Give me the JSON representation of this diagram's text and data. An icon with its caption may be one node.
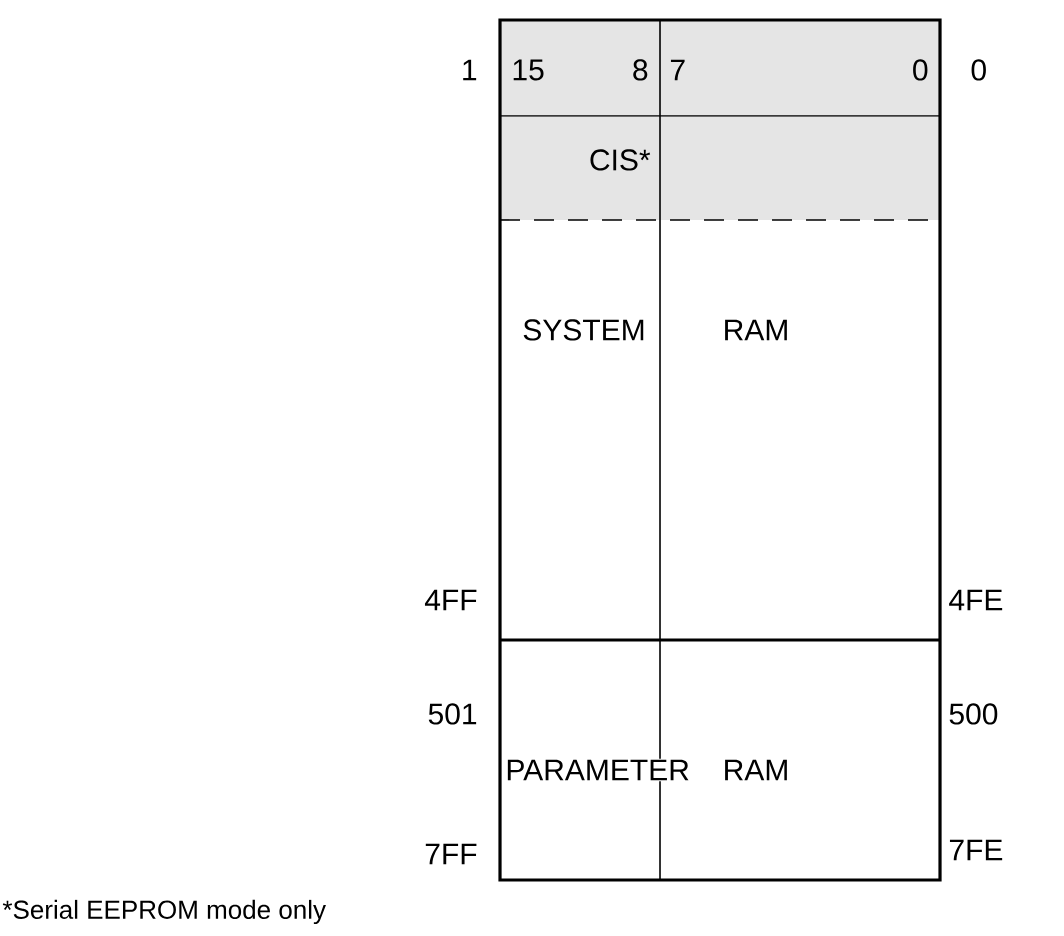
{
  "diagram": {
    "nodes": [
      {
        "text": [
          "15",
          "8",
          "7",
          "0"
        ]
      },
      {
        "text": [
          "CIS*"
        ]
      },
      {
        "text": [
          "SYSTEM",
          "RAM"
        ]
      },
      {
        "text": [
          "PARAMETER",
          "RAM"
        ]
      }
    ],
    "labels": [
      "1",
      "0",
      "4FF",
      "4FE",
      "501",
      "500",
      "7FF",
      "7FE",
      "*Serial EEPROM mode only"
    ]
  }
}
